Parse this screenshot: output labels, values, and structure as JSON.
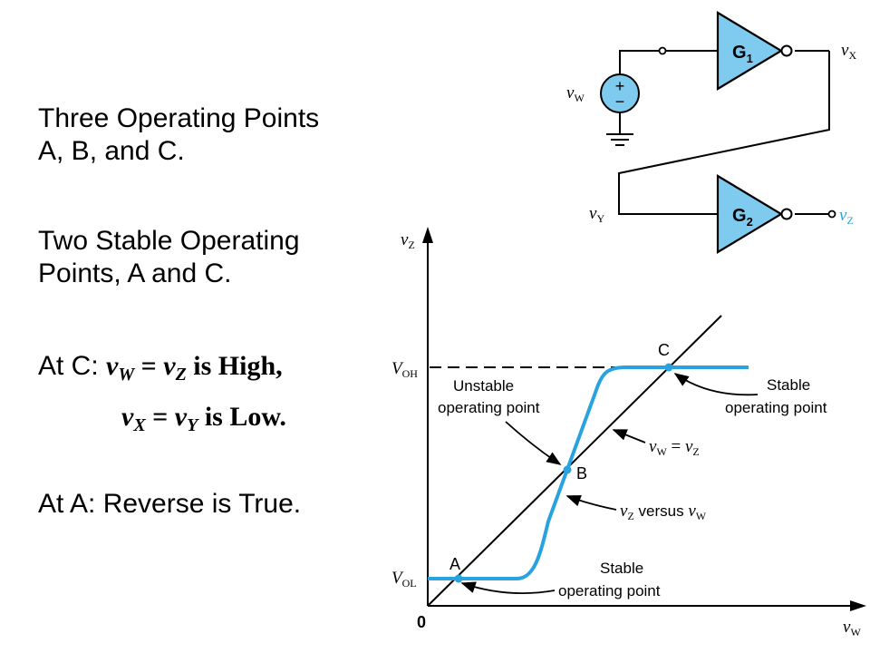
{
  "left_text": {
    "line1": "Three Operating Points",
    "line2": "A, B, and C.",
    "line3": "Two Stable Operating",
    "line4": "Points, A and C.",
    "atc_prefix": "At C: ",
    "atc_eq1_v1": "v",
    "atc_eq1_s1": "W",
    "atc_eq1_mid": " = ",
    "atc_eq1_v2": "v",
    "atc_eq1_s2": "Z",
    "atc_eq1_tail": " is High,",
    "atc_eq2_v1": "v",
    "atc_eq2_s1": "X",
    "atc_eq2_mid": " = ",
    "atc_eq2_v2": "v",
    "atc_eq2_s2": "Y",
    "atc_eq2_tail": " is Low.",
    "line_a": "At A: Reverse is True."
  },
  "circuit": {
    "gate1": "G",
    "gate1_sub": "1",
    "gate2": "G",
    "gate2_sub": "2",
    "vw": "v",
    "vw_sub": "W",
    "vx": "v",
    "vx_sub": "X",
    "vy": "v",
    "vy_sub": "Y",
    "vz": "v",
    "vz_sub": "Z",
    "source_sign": "+",
    "source_minus": "−"
  },
  "graph": {
    "y_axis": "v",
    "y_axis_sub": "Z",
    "x_axis": "v",
    "x_axis_sub": "W",
    "origin": "0",
    "voh": "V",
    "voh_sub": "OH",
    "vol": "V",
    "vol_sub": "OL",
    "point_a": "A",
    "point_b": "B",
    "point_c": "C",
    "unstable1": "Unstable",
    "unstable2": "operating point",
    "stable_c1": "Stable",
    "stable_c2": "operating point",
    "stable_a1": "Stable",
    "stable_a2": "operating point",
    "eq_line_v1": "v",
    "eq_line_s1": "W",
    "eq_line_mid": " = ",
    "eq_line_v2": "v",
    "eq_line_s2": "Z",
    "curve_v1": "v",
    "curve_s1": "Z",
    "curve_mid": " versus ",
    "curve_v2": "v",
    "curve_s2": "W"
  },
  "colors": {
    "curve": "#29a3e0",
    "gate_fill": "#7ecbef"
  }
}
